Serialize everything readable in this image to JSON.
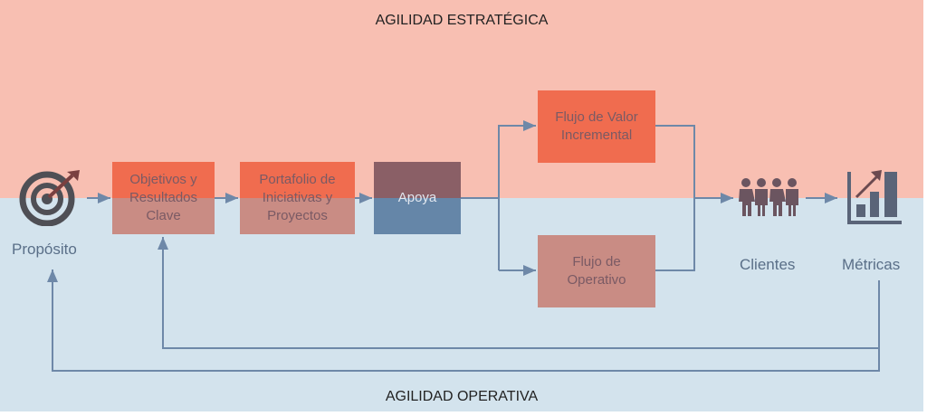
{
  "titles": {
    "top": "AGILIDAD ESTRATÉGICA",
    "bottom": "AGILIDAD OPERATIVA"
  },
  "nodes": {
    "proposito": {
      "label": "Propósito",
      "icon": "target-icon"
    },
    "objetivos": "Objetivos y Resultados Clave",
    "portafolio": "Portafolio de Iniciativas y Proyectos",
    "apoya": "Apoya",
    "flujo_valor": "Flujo de Valor Incremental",
    "flujo_operativo": "Flujo de Operativo",
    "clientes": {
      "label": "Clientes",
      "icon": "people-icon"
    },
    "metricas": {
      "label": "Métricas",
      "icon": "bar-chart-icon"
    }
  },
  "colors": {
    "strategic_band": "#f8bfb2",
    "operative_band": "#d3e3ed",
    "box": "#f06c4f",
    "line": "#6e88a8"
  }
}
